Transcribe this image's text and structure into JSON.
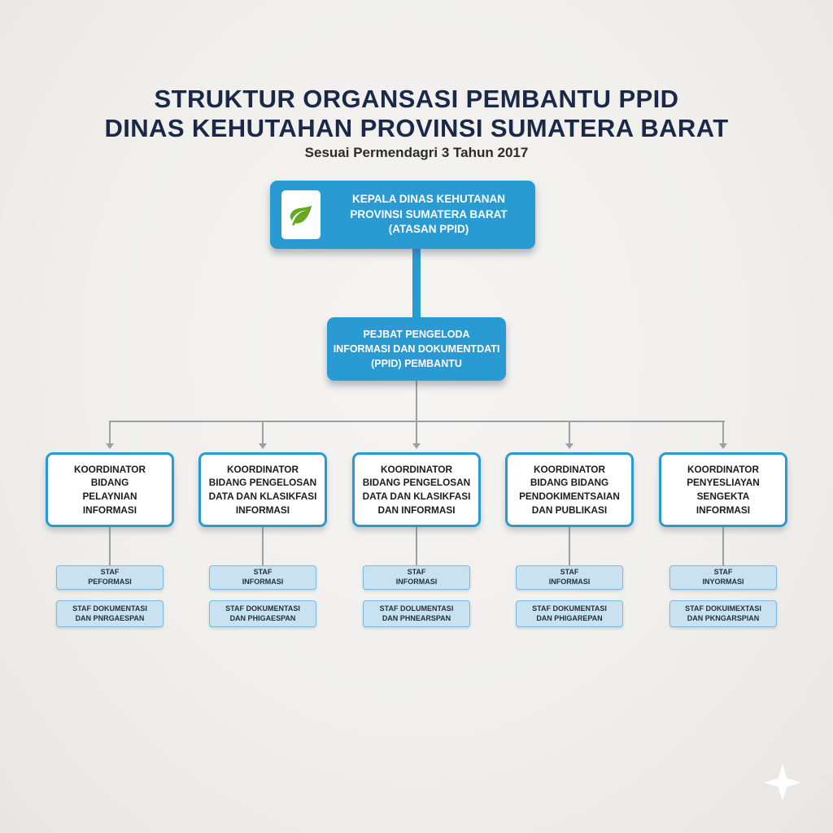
{
  "page": {
    "title_line1": "STRUKTUR ORGANSASI PEMBANTU PPID",
    "title_line2": "DINAS KEHUTAHAN PROVINSI SUMATERA BARAT",
    "subtitle": "Sesuai Permendagri 3 Tahun 2017"
  },
  "colors": {
    "primary_blue": "#2a9ad3",
    "staff_fill": "#c9e2f2",
    "staff_border": "#7ab8dd",
    "title_navy": "#1a2947",
    "connector_gray": "#9aa0a4",
    "leaf_green": "#64a820"
  },
  "icons": {
    "logo": "leaf-icon",
    "corner": "sparkle-icon"
  },
  "chart": {
    "top_box": {
      "label": "KEPALA DINAS KEHUTANAN\nPROVINSI SUMATERA BARAT\n(ATASAN PPID)"
    },
    "ppid_box": {
      "label": "PEJBAT PENGELODA\nINFORMASI DAN DOKUMENTDATI\n(PPID) PEMBANTU"
    },
    "branches": [
      {
        "title": "KOORDINATOR\nBIDANG\nPELAYNIAN\nINFORMASI",
        "staff": [
          "STAF\nPEFORMASI",
          "STAF DOKUMENTASI\nDAN PNRGAESPAN"
        ]
      },
      {
        "title": "KOORDINATOR\nBIDANG PENGELOSAN\nDATA DAN KLASIKFASI\nINFORMASI",
        "staff": [
          "STAF\nINFORMASI",
          "STAF DOKUMENTASI\nDAN PHIGAESPAN"
        ]
      },
      {
        "title": "KOORDINATOR\nBIDANG PENGELOSAN\nDATA DAN KLASIKFASI\nDAN INFORMASI",
        "staff": [
          "STAF\nINFORMASI",
          "STAF DOLUMENTASI\nDAN PHNEARSPAN"
        ]
      },
      {
        "title": "KOORDINATOR\nBIDANG BIDANG\nPENDOKIMENTSAIAN\nDAN PUBLIKASI",
        "staff": [
          "STAF\nINFORMASI",
          "STAF DOKUMENTASI\nDAN PHIGAREPAN"
        ]
      },
      {
        "title": "KOORDINATOR\nPENYESLIAYAN\nSENGEKTA\nINFORMASI",
        "staff": [
          "STAF\nINYORMASI",
          "STAF DOKUIMEXTASI\nDAN PKNGARSPIAN"
        ]
      }
    ]
  }
}
